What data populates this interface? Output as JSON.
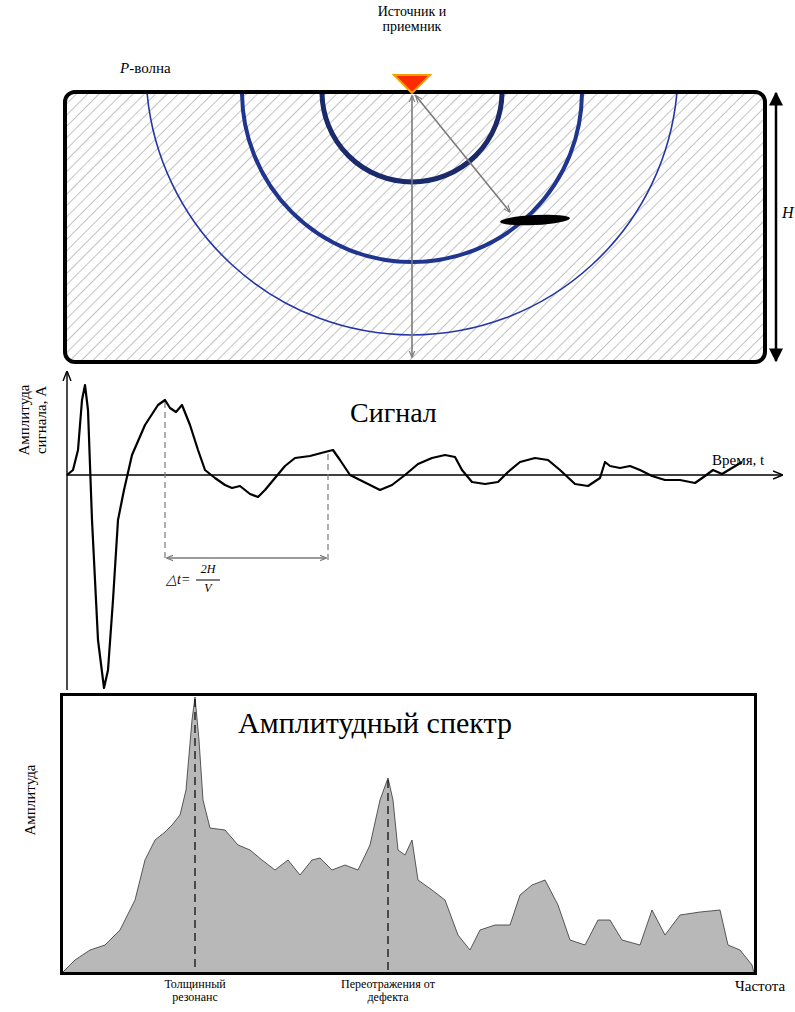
{
  "diagram": {
    "nodes": [
      {
        "text": [
          "Амплитудный спектр"
        ]
      }
    ],
    "labels": [
      "Источник и приемник",
      "P-волна",
      "H",
      "Амплитуда сигнала, A",
      "Сигнал",
      "Время, t",
      "△t=",
      "2H",
      "V",
      "Амплитуда",
      "Толщинный резонанс",
      "Переотражения от дефекта",
      "Частота"
    ]
  }
}
